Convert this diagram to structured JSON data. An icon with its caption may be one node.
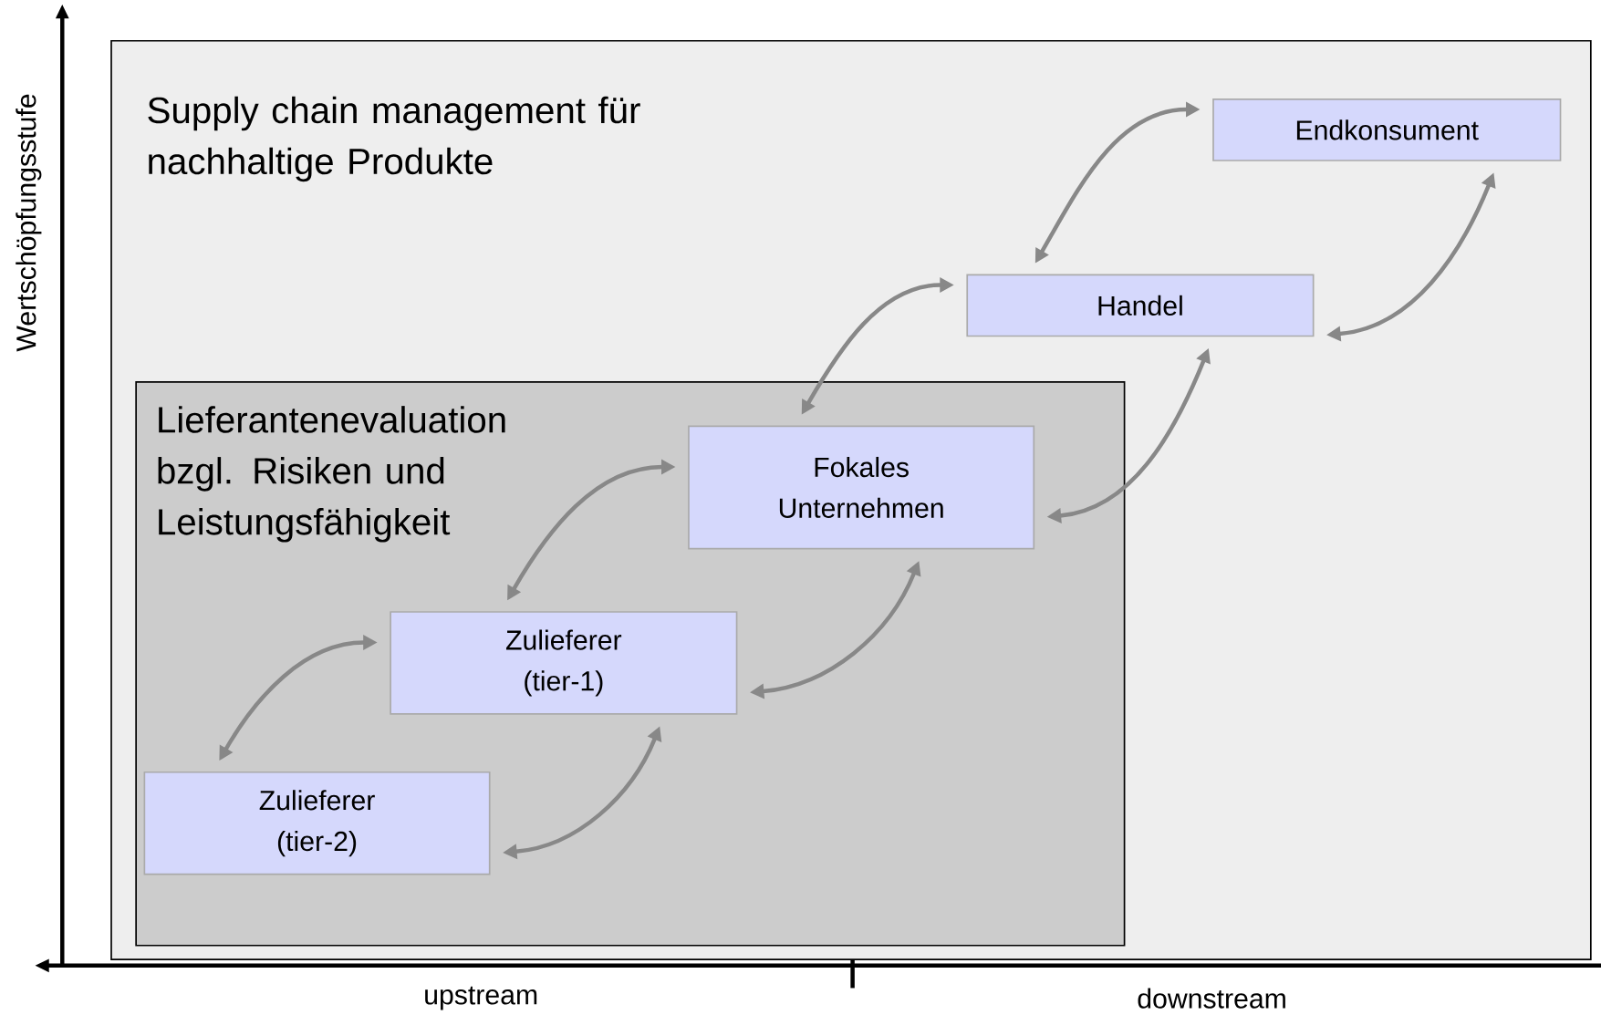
{
  "diagram": {
    "nodes": [
      {
        "text": [
          "Supply chain management für nachhaltige Produkte"
        ]
      },
      {
        "text": [
          "Lieferantenevaluation bzgl. Risiken und Leistungsfähigkeit"
        ],
        "in": 0
      },
      {
        "text": [
          "Endkonsument"
        ],
        "in": 0
      },
      {
        "text": [
          "Handel"
        ],
        "in": 0
      },
      {
        "text": [
          "Fokales Unternehmen"
        ],
        "in": 1
      },
      {
        "text": [
          "Zulieferer (tier-1)"
        ],
        "in": 1
      },
      {
        "text": [
          "Zulieferer (tier-2)"
        ],
        "in": 1
      }
    ],
    "edges": [
      {
        "from": 6,
        "to": 5,
        "arrow": "both"
      },
      {
        "from": 6,
        "to": 5,
        "arrow": "both"
      },
      {
        "from": 5,
        "to": 4,
        "arrow": "both"
      },
      {
        "from": 5,
        "to": 4,
        "arrow": "both"
      },
      {
        "from": 4,
        "to": 3,
        "arrow": "both"
      },
      {
        "from": 4,
        "to": 3,
        "arrow": "both"
      },
      {
        "from": 3,
        "to": 2,
        "arrow": "both"
      },
      {
        "from": 3,
        "to": 2,
        "arrow": "both"
      }
    ],
    "labels": [
      "Wertschöpfungsstufe",
      "upstream",
      "downstream"
    ]
  }
}
